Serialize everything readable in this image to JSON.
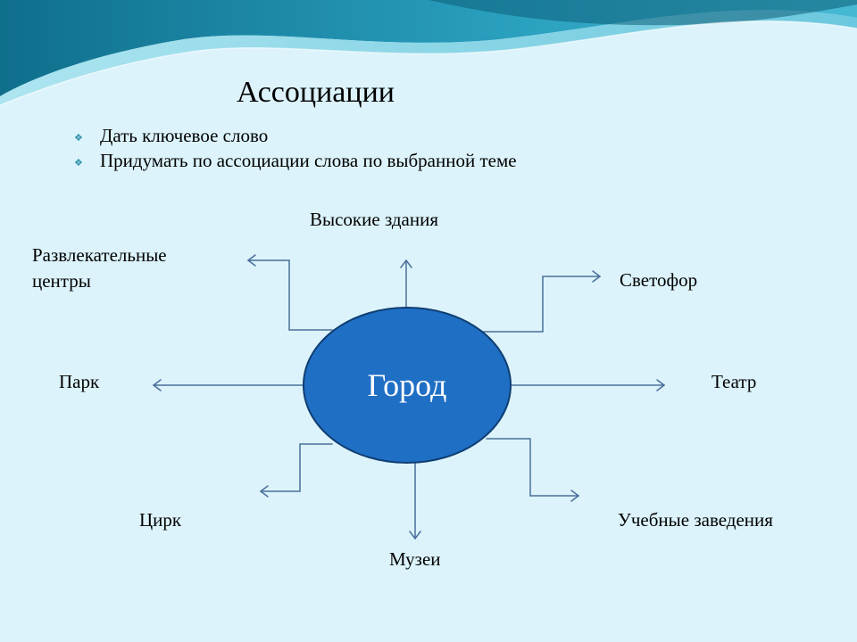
{
  "slide": {
    "title": "Ассоциации",
    "bullets": [
      "Дать ключевое слово",
      "Придумать по ассоциации слова по выбранной теме"
    ],
    "bullet_icon": "diamond-bullet-icon"
  },
  "diagram": {
    "center": "Город",
    "associations": {
      "top": "Высокие здания",
      "top_left_line1": "Развлекательные",
      "top_left_line2": "центры",
      "top_right": "Светофор",
      "left": "Парк",
      "right": "Театр",
      "bottom_left": "Цирк",
      "bottom": "Музеи",
      "bottom_right": "Учебные заведения"
    }
  },
  "colors": {
    "background": "#dcf3fb",
    "wave_dark": "#2c8fa8",
    "wave_light": "#7fcfe1",
    "node_fill": "#1f6fc5",
    "node_stroke": "#0f3e72",
    "connector": "#4a6f9a"
  }
}
